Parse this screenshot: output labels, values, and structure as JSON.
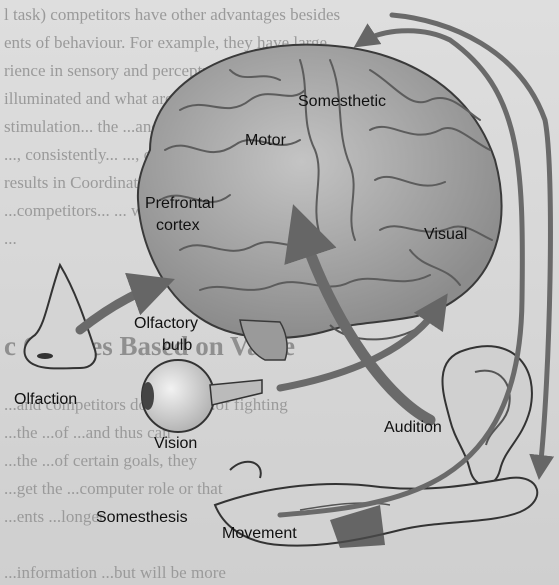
{
  "background_text": {
    "lines": [
      "l task) competitors have other advantages besides",
      "ents of behaviour. For example, they have large",
      "rience in sensory and perceptual processing, specific",
      "illuminated and what are typically typical inter-",
      "stimulation... the ...and and make better",
      "..., consistently... ..., competitors",
      "results in Coordinating actions, ...vidence,",
      "...competitors... ... with the",
      "..."
    ],
    "heading": "c Queries Based on Value",
    "lower_lines": [
      "...and competitors do an ...of ...of fighting",
      "...the ...of ...and thus can",
      "...the ...of certain goals, they",
      "...get the ...computer role or that",
      "...ents ...longer",
      "...information ...but will be more"
    ]
  },
  "labels": {
    "somesthetic": "Somesthetic",
    "motor": "Motor",
    "prefrontal_line1": "Prefrontal",
    "prefrontal_line2": "cortex",
    "visual": "Visual",
    "olfactory_line1": "Olfactory",
    "olfactory_line2": "bulb",
    "olfaction": "Olfaction",
    "vision": "Vision",
    "audition": "Audition",
    "somesthesis": "Somesthesis",
    "movement": "Movement"
  },
  "colors": {
    "arrow": "#6e6e6e",
    "brain": "#a8a8a8",
    "brain_dark": "#7a7a7a",
    "outline": "#333333"
  }
}
